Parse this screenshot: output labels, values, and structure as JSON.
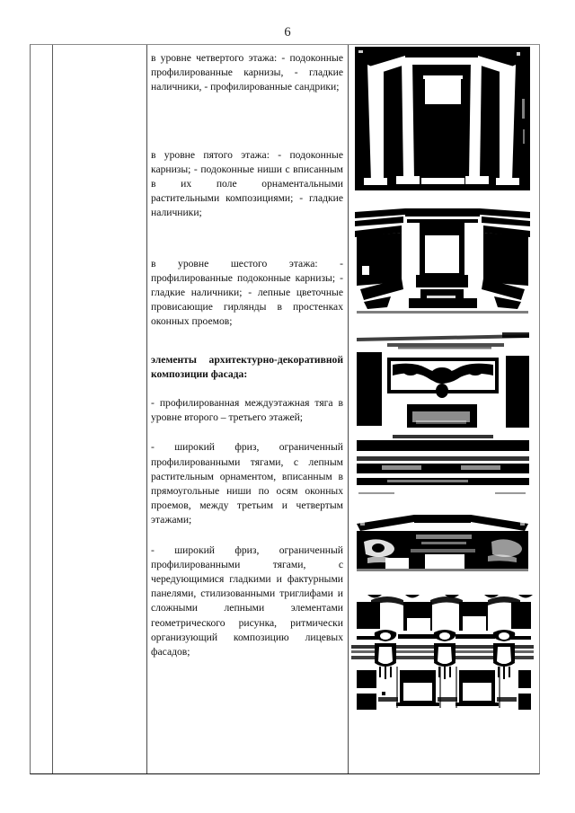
{
  "page": {
    "number": "6"
  },
  "table": {
    "columns": [
      "",
      "",
      "text-column",
      "images-column"
    ],
    "text_blocks": [
      {
        "id": "level-four",
        "bold": false,
        "lines": [
          " в уровне четвертого этажа:",
          "- подоконные профилированные карнизы,",
          "- гладкие наличники, - профилированные сандрики;"
        ],
        "text": " в уровне четвертого этажа: - подоконные профилированные карнизы, - гладкие наличники, - профилированные сандрики;"
      },
      {
        "id": "level-five",
        "bold": false,
        "lines": [
          "в уровне пятого этажа:",
          "- подоконные карнизы;",
          "- подоконные ниши с вписанным в их поле орнаментальными растительными композициями;",
          "- гладкие  наличники;"
        ],
        "text": "в уровне пятого этажа: - подоконные карнизы; - подоконные ниши с вписанным в их поле орнаментальными растительными композициями; - гладкие  наличники;"
      },
      {
        "id": "level-six",
        "bold": false,
        "lines": [
          "в уровне шестого этажа:",
          "- профилированные подоконные карнизы;",
          "- гладкие наличники;",
          "- лепные цветочные провисающие гирлянды в простенках оконных проемов;"
        ],
        "text": "в уровне шестого этажа: - профилированные подоконные карнизы; - гладкие наличники; - лепные цветочные провисающие гирлянды в простенках оконных проемов;"
      },
      {
        "id": "facade-heading",
        "bold": true,
        "lines": [
          "элементы архитектурно-декоративной композиции фасада:"
        ],
        "text": "элементы архитектурно-декоративной композиции фасада:"
      },
      {
        "id": "interfloor-band",
        "bold": false,
        "lines": [
          "- профилированная междуэтажная тяга в уровне второго – третьего этажей;"
        ],
        "text": "- профилированная междуэтажная тяга в уровне второго – третьего этажей;"
      },
      {
        "id": "frieze-one",
        "bold": false,
        "lines": [
          "- широкий фриз, ограниченный профилированными тягами, с лепным растительным орнаментом, вписанным в прямоугольные ниши по осям оконных проемов, между третьим и четвертым этажами;"
        ],
        "text": "- широкий фриз, ограниченный профилированными тягами, с лепным растительным орнаментом, вписанным в прямоугольные ниши по осям оконных проемов, между третьим и четвертым этажами;"
      },
      {
        "id": "frieze-two",
        "bold": false,
        "lines": [
          "- широкий фриз, ограниченный профилированными тягами, с чередующимися гладкими и фактурными панелями, стилизованными триглифами и сложными лепными элементами геометрического рисунка, ритмически организующий композицию лицевых фасадов;"
        ],
        "text": "- широкий фриз, ограниченный профилированными тягами, с чередующимися гладкими и фактурными панелями, стилизованными триглифами и сложными лепными элементами геометрического рисунка, ритмически организующий композицию лицевых фасадов;"
      }
    ],
    "photos": [
      {
        "id": "photo-bay-window",
        "caption_ref": "level-four",
        "description": "Эркер с колоннами и окном"
      },
      {
        "id": "photo-window-niche",
        "caption_ref": "level-five",
        "description": "Окно с подоконной нишей"
      },
      {
        "id": "photo-garland",
        "caption_ref": "level-six",
        "description": "Лепная цветочная гирлянда в простенке"
      },
      {
        "id": "photo-frieze-ornament",
        "caption_ref": "frieze-one",
        "description": "Фриз с лепным растительным орнаментом"
      },
      {
        "id": "photo-facade-triglyphs",
        "caption_ref": "frieze-two",
        "description": "Фасад с фризом и триглифами"
      }
    ]
  },
  "colors": {
    "ink": "#101010",
    "rule": "#4a4a4a",
    "page_bg": "#ffffff"
  }
}
